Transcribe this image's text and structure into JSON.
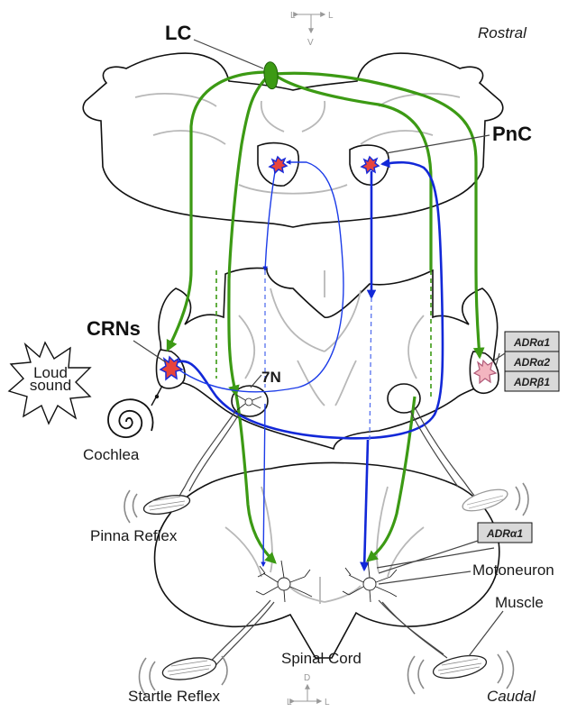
{
  "labels": {
    "lc": "LC",
    "pnc": "PnC",
    "crns": "CRNs",
    "seven_n": "7N",
    "cochlea": "Cochlea",
    "loud_sound": "Loud\nsound",
    "pinna_reflex": "Pinna Reflex",
    "startle_reflex": "Startle Reflex",
    "motoneuron": "Motoneuron",
    "muscle": "Muscle",
    "spinal_cord": "Spinal Cord",
    "rostral": "Rostral",
    "caudal": "Caudal"
  },
  "receptor_boxes": [
    "ADRα1",
    "ADRα2",
    "ADRβ1"
  ],
  "spinal_receptor_box": "ADRα1",
  "axes": {
    "top": {
      "left": "L",
      "right": "L",
      "down": "V"
    },
    "bottom": {
      "left": "L",
      "right": "L",
      "up": "D"
    }
  },
  "colors": {
    "noradrenergic_pathway": "#3c9a14",
    "startle_pathway": "#1228d8",
    "neuron_fill": "#e8443c",
    "receptor_fill": "#f3b5c0",
    "tissue_outline": "#111111",
    "inner_outline": "#b8b8b8"
  }
}
